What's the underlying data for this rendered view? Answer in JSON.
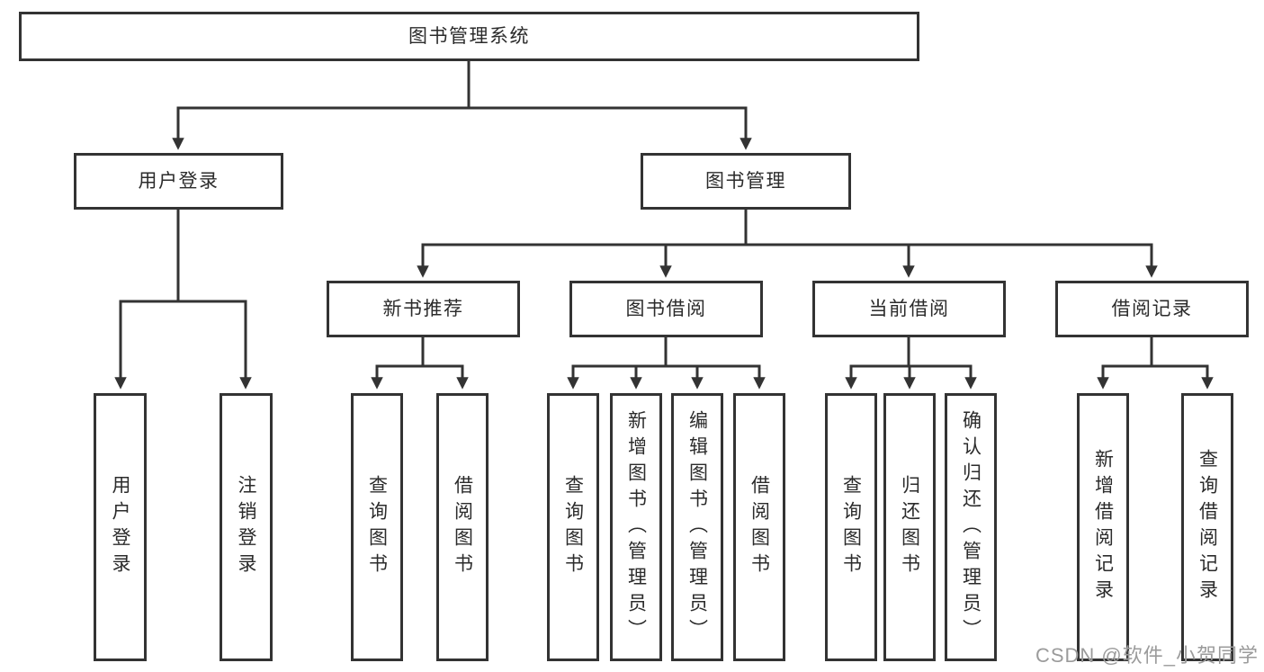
{
  "diagram": {
    "root": "图书管理系统",
    "level2": {
      "user_login": "用户登录",
      "book_management": "图书管理"
    },
    "level3": {
      "new_books": "新书推荐",
      "borrowing": "图书借阅",
      "current_borrow": "当前借阅",
      "borrow_records": "借阅记录"
    },
    "level4": {
      "login": "用户登录",
      "logout": "注销登录",
      "nb_query": "查询图书",
      "nb_borrow": "借阅图书",
      "bw_query": "查询图书",
      "bw_add": "新增图书（管理员）",
      "bw_edit": "编辑图书（管理员）",
      "bw_borrow": "借阅图书",
      "cb_query": "查询图书",
      "cb_return": "归还图书",
      "cb_confirm": "确认归还（管理员）",
      "br_add": "新增借阅记录",
      "br_query": "查询借阅记录"
    }
  },
  "watermark": "CSDN @软件_小贺同学",
  "colors": {
    "line": "#333333",
    "box_border": "#333333",
    "text": "#2b2b2b",
    "watermark": "#9b9b9b",
    "background": "#ffffff"
  }
}
